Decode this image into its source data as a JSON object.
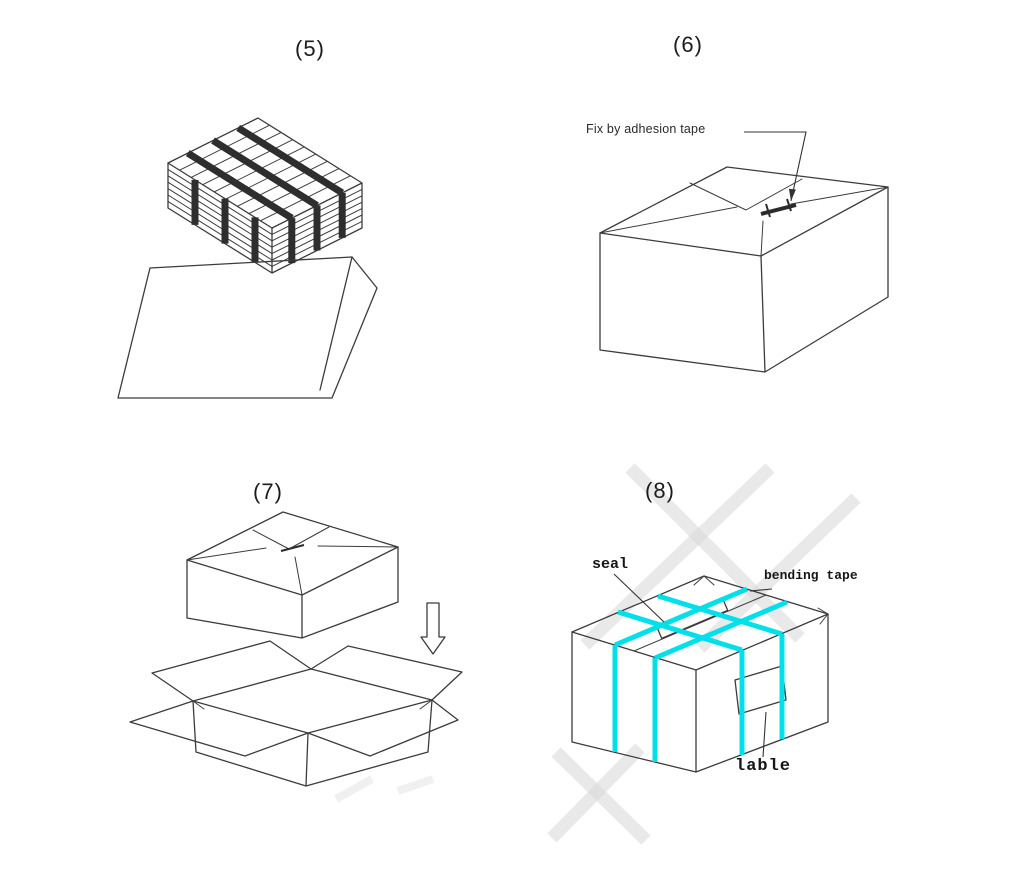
{
  "panels": [
    {
      "number": "(5)"
    },
    {
      "number": "(6)",
      "annotation": "Fix by adhesion tape"
    },
    {
      "number": "(7)"
    },
    {
      "number": "(8)",
      "callouts": {
        "seal": "seal",
        "bending_tape": "bending tape",
        "lable": "lable"
      }
    }
  ],
  "colors": {
    "line": "#3c3c3c",
    "tape_cyan": "#00e0ea",
    "watermark": "#dadada",
    "background": "#ffffff"
  }
}
